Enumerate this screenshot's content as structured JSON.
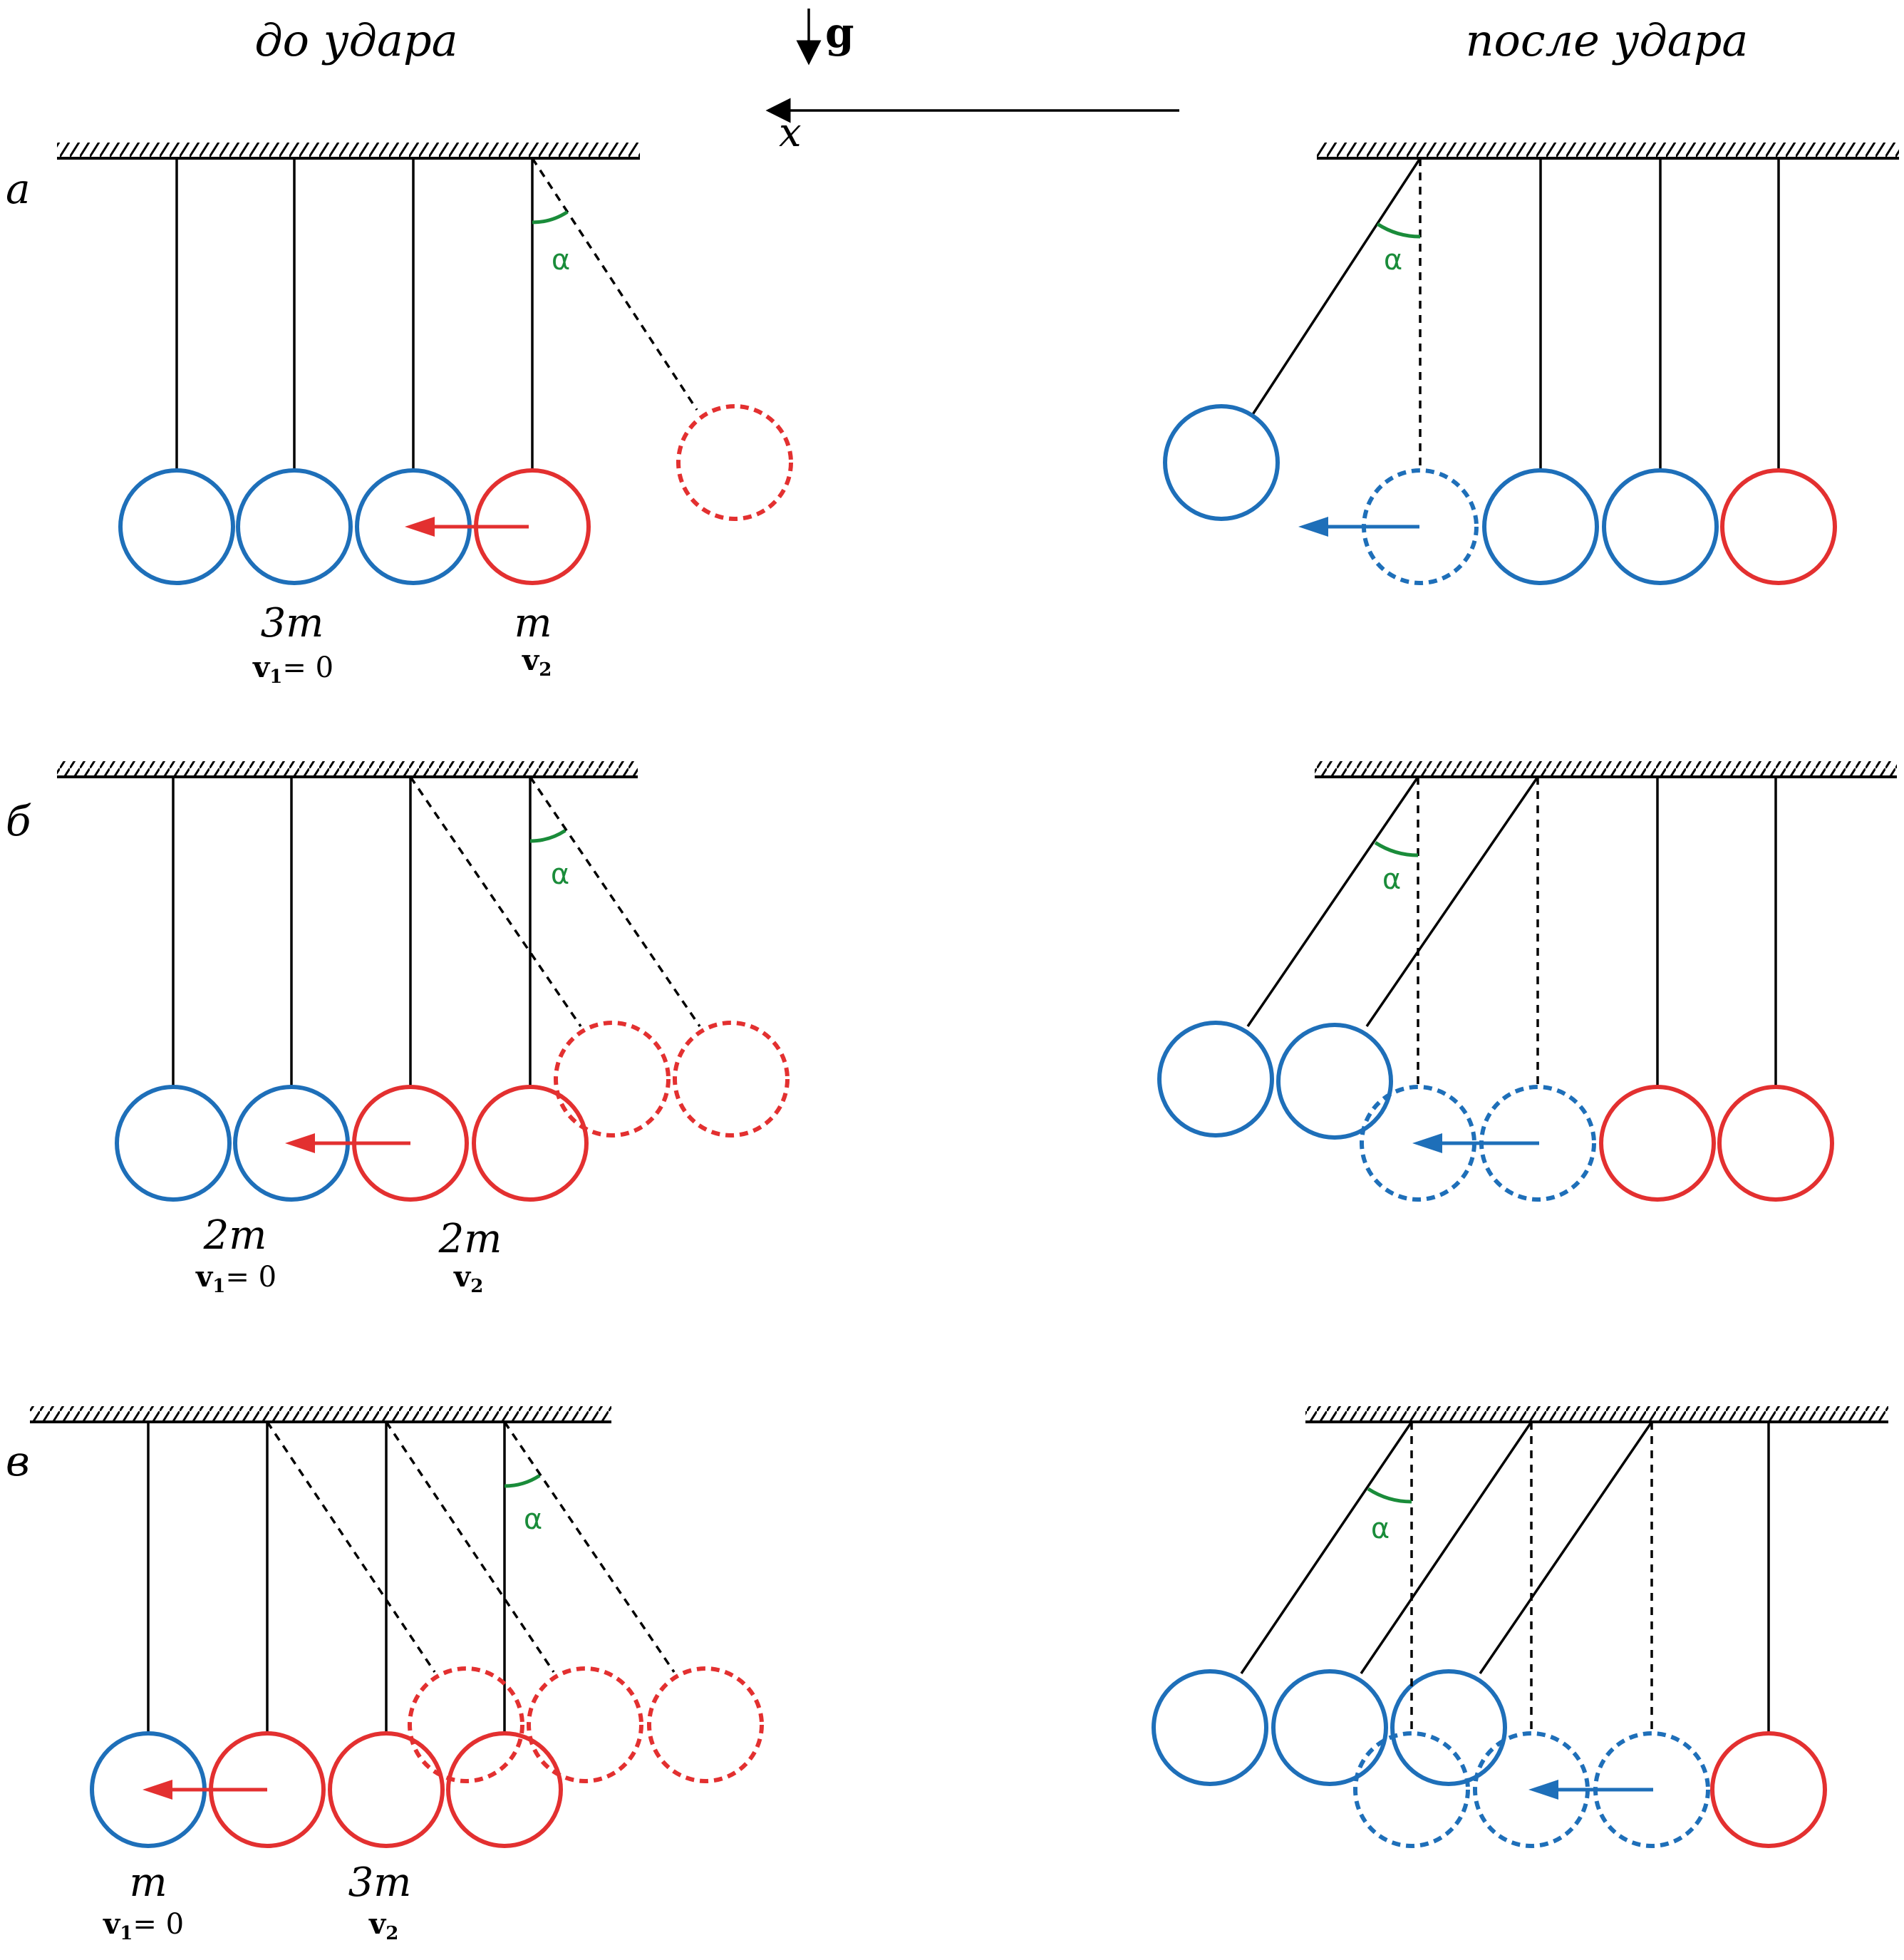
{
  "labels": {
    "before": "до удара",
    "after": "после удара",
    "gravity": "g",
    "axis": "x",
    "angle": "α",
    "eq_zero": "= 0"
  },
  "colors": {
    "ink": "#000000",
    "blue": "#1e6fb9",
    "red": "#e33030",
    "green": "#1a8c3a"
  },
  "rows": [
    {
      "letter": "а",
      "before": {
        "left_mass": "3m",
        "left_velocity": "v",
        "left_velocity_sub": "1",
        "right_mass": "m",
        "right_velocity": "v",
        "right_velocity_sub": "2"
      }
    },
    {
      "letter": "б",
      "before": {
        "left_mass": "2m",
        "left_velocity": "v",
        "left_velocity_sub": "1",
        "right_mass": "2m",
        "right_velocity": "v",
        "right_velocity_sub": "2"
      }
    },
    {
      "letter": "в",
      "before": {
        "left_mass": "m",
        "left_velocity": "v",
        "left_velocity_sub": "1",
        "right_mass": "3m",
        "right_velocity": "v",
        "right_velocity_sub": "2"
      }
    }
  ]
}
